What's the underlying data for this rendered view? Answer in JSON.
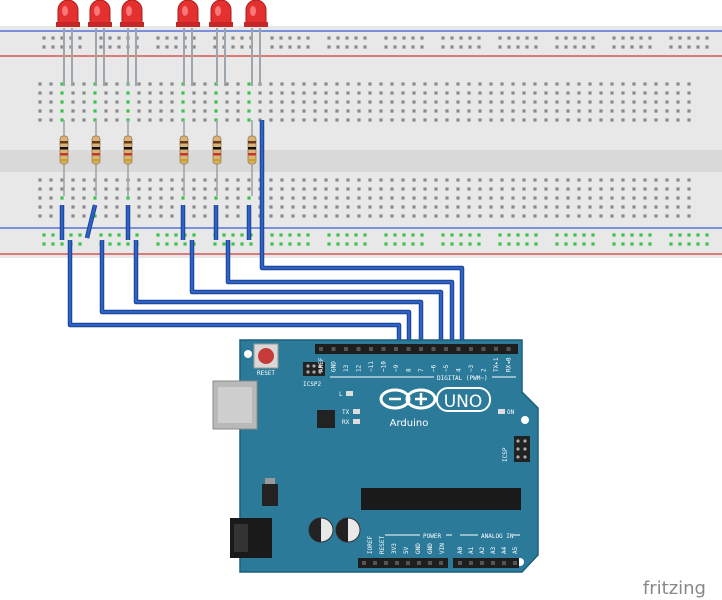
{
  "colors": {
    "board": "#2b7a99",
    "board_dark": "#1d5f7a",
    "breadboard": "#e8e8e8",
    "breadboard_strip": "#d6d6d6",
    "rail_red": "#d23a3a",
    "rail_blue": "#3a5ad2",
    "wire": "#2d62c9",
    "wire_edge": "#1a3f8a",
    "led_red": "#e53030",
    "led_highlight": "#ff9a9a",
    "lead": "#9ea6ad",
    "resistor": "#d9b37a",
    "header": "#222222",
    "hole_green": "#3cc24a"
  },
  "leds": {
    "count": 6
  },
  "arduino": {
    "brand": "Arduino",
    "model": "UNO",
    "reset_label": "RESET",
    "icsp2_label": "ICSP2",
    "icsp_label": "ICSP",
    "l_label": "L",
    "tx_label": "TX",
    "rx_label": "RX",
    "on_label": "ON",
    "digital_label": "DIGITAL (PWM~)",
    "power_label": "POWER",
    "analog_label": "ANALOG IN",
    "digital_pins": [
      "AREF",
      "GND",
      "13",
      "12",
      "~11",
      "~10",
      "~9",
      "8",
      "7",
      "~6",
      "~5",
      "4",
      "~3",
      "2",
      "TX▸1",
      "RX◂0"
    ],
    "power_pins": [
      "IOREF",
      "RESET",
      "3V3",
      "5V",
      "GND",
      "GND",
      "VIN"
    ],
    "analog_pins": [
      "A0",
      "A1",
      "A2",
      "A3",
      "A4",
      "A5"
    ]
  },
  "watermark": "fritzing"
}
